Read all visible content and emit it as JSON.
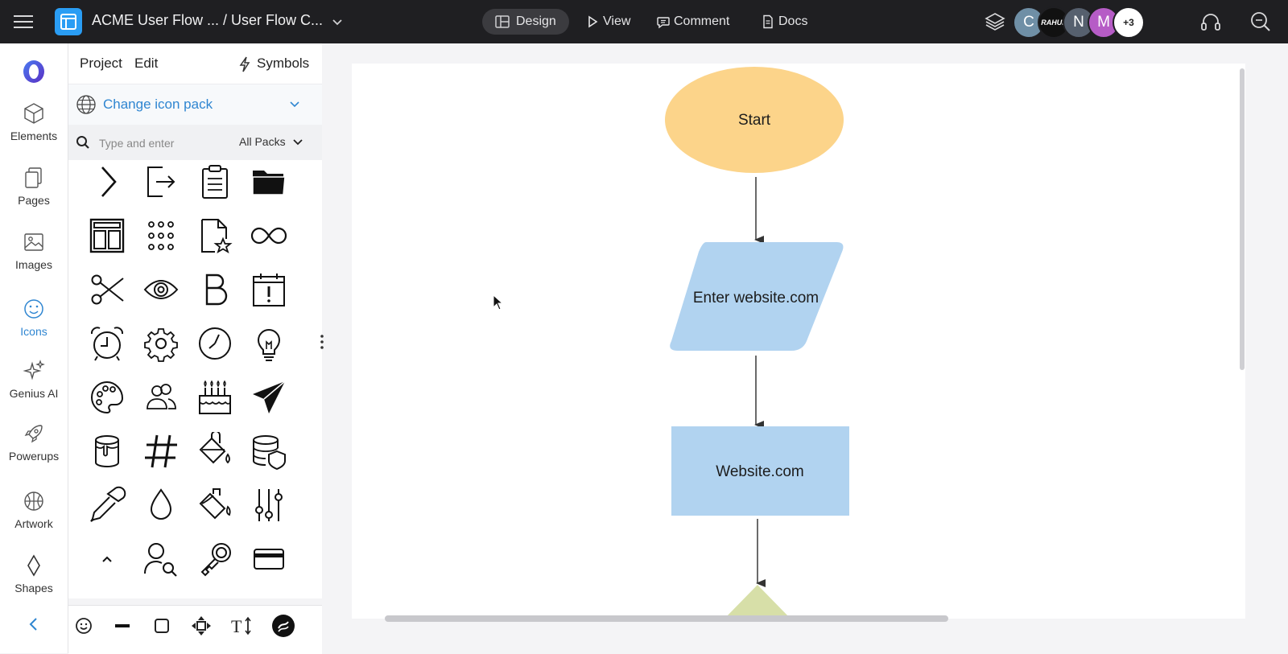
{
  "topbar": {
    "doc_title": "ACME User Flow ... / User Flow C...",
    "modes": [
      "Design",
      "View",
      "Comment",
      "Docs"
    ],
    "avatars": [
      {
        "label": "C",
        "color": "#6f8fa6"
      },
      {
        "label": "RAHUL",
        "color": "#111111"
      },
      {
        "label": "N",
        "color": "#56606e"
      },
      {
        "label": "M",
        "color": "#b65cc6"
      },
      {
        "label": "+3",
        "color": "#ffffff"
      }
    ]
  },
  "rail": {
    "items": [
      "Elements",
      "Pages",
      "Images",
      "Icons",
      "Genius AI",
      "Powerups",
      "Artwork",
      "Shapes"
    ],
    "active": "Icons"
  },
  "panel": {
    "tab_project": "Project",
    "tab_edit": "Edit",
    "tab_symbols": "Symbols",
    "icon_pack_label": "Change icon pack",
    "search_placeholder": "Type and enter",
    "packs_label": "All Packs",
    "icons": [
      "chevron-right-icon",
      "sign-out-icon",
      "clipboard-icon",
      "folder-icon",
      "layout-icon",
      "grid-dots-icon",
      "file-star-icon",
      "infinity-icon",
      "scissors-icon",
      "eye-icon",
      "bold-icon",
      "calendar-alert-icon",
      "alarm-clock-icon",
      "gear-icon",
      "clock-icon",
      "lightbulb-icon",
      "palette-icon",
      "users-icon",
      "cake-icon",
      "paper-plane-icon",
      "paint-bucket-icon",
      "hashtag-icon",
      "fill-bucket-icon",
      "database-shield-icon",
      "eyedropper-icon",
      "drop-icon",
      "paint-pour-icon",
      "sliders-icon",
      "caret-up-icon",
      "user-search-icon",
      "key-icon",
      "credit-card-icon"
    ]
  },
  "flow": {
    "start": "Start",
    "input": "Enter website.com",
    "process": "Website.com"
  },
  "colors": {
    "topbar": "#1f1f22",
    "accent": "#2f86d1",
    "start_fill": "#fcd48a",
    "blue_fill": "#b1d3f0",
    "decision_fill": "#d7dfa8"
  }
}
